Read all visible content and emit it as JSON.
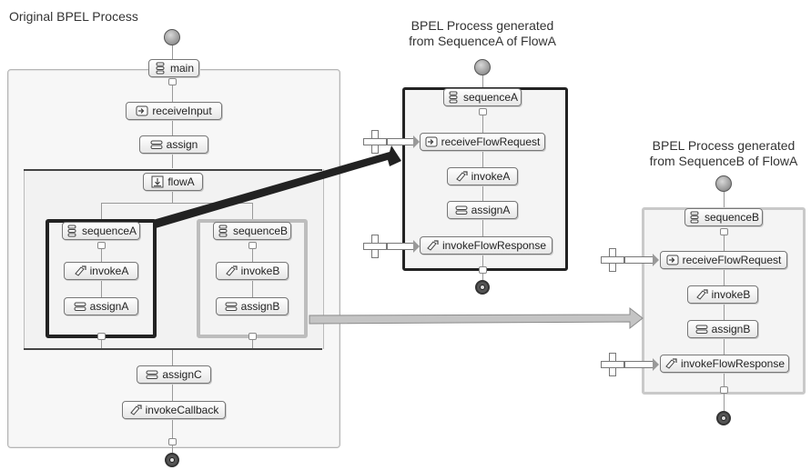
{
  "titles": {
    "original": "Original BPEL Process",
    "genA": "BPEL Process generated\nfrom SequenceA of FlowA",
    "genB": "BPEL Process generated\nfrom SequenceB of FlowA"
  },
  "original": {
    "main": "main",
    "receive": "receiveInput",
    "assign": "assign",
    "flow": "flowA",
    "seqA": "sequenceA",
    "seqA_invoke": "invokeA",
    "seqA_assign": "assignA",
    "seqB": "sequenceB",
    "seqB_invoke": "invokeB",
    "seqB_assign": "assignB",
    "assignC": "assignC",
    "invokeCallback": "invokeCallback"
  },
  "genA": {
    "seq": "sequenceA",
    "receive": "receiveFlowRequest",
    "invoke": "invokeA",
    "assign": "assignA",
    "response": "invokeFlowResponse"
  },
  "genB": {
    "seq": "sequenceB",
    "receive": "receiveFlowRequest",
    "invoke": "invokeB",
    "assign": "assignB",
    "response": "invokeFlowResponse"
  },
  "icons": {
    "sequence": "sequence-icon",
    "receive": "receive-icon",
    "assign": "assign-icon",
    "flow": "flow-icon",
    "invoke": "invoke-icon"
  }
}
